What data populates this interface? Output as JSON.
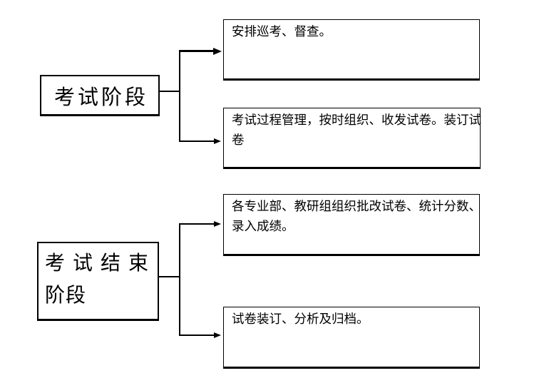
{
  "diagram": {
    "title": "exam-stage-flowchart",
    "background_color": "#ffffff",
    "line_color": "#000000",
    "stages": [
      {
        "id": "exam-stage",
        "label": "考试阶段",
        "lines": [
          "考试阶段"
        ]
      },
      {
        "id": "exam-end-stage",
        "label": "考试结束阶段",
        "lines": [
          "考试结束",
          "阶段"
        ]
      }
    ],
    "tasks": [
      {
        "id": "task-1",
        "text": "安排巡考、督查。",
        "lines": [
          "安排巡考、督查。",
          ""
        ]
      },
      {
        "id": "task-2",
        "text": "考试过程管理，按时组织、收发试卷。装订试卷",
        "lines": [
          "考试过程管理，按时组织、收发试卷。装订试",
          "卷"
        ]
      },
      {
        "id": "task-3",
        "text": "各专业部、教研组组织批改试卷、统计分数、录入成绩。",
        "lines": [
          "各专业部、教研组组织批改试卷、统计分数、",
          "录入成绩。"
        ]
      },
      {
        "id": "task-4",
        "text": "试卷装订、分析及归档。",
        "lines": [
          "试卷装订、分析及归档。",
          ""
        ]
      }
    ],
    "connections": [
      {
        "from": "exam-stage",
        "to": "task-1"
      },
      {
        "from": "exam-stage",
        "to": "task-2"
      },
      {
        "from": "exam-end-stage",
        "to": "task-3"
      },
      {
        "from": "exam-end-stage",
        "to": "task-4"
      }
    ]
  }
}
